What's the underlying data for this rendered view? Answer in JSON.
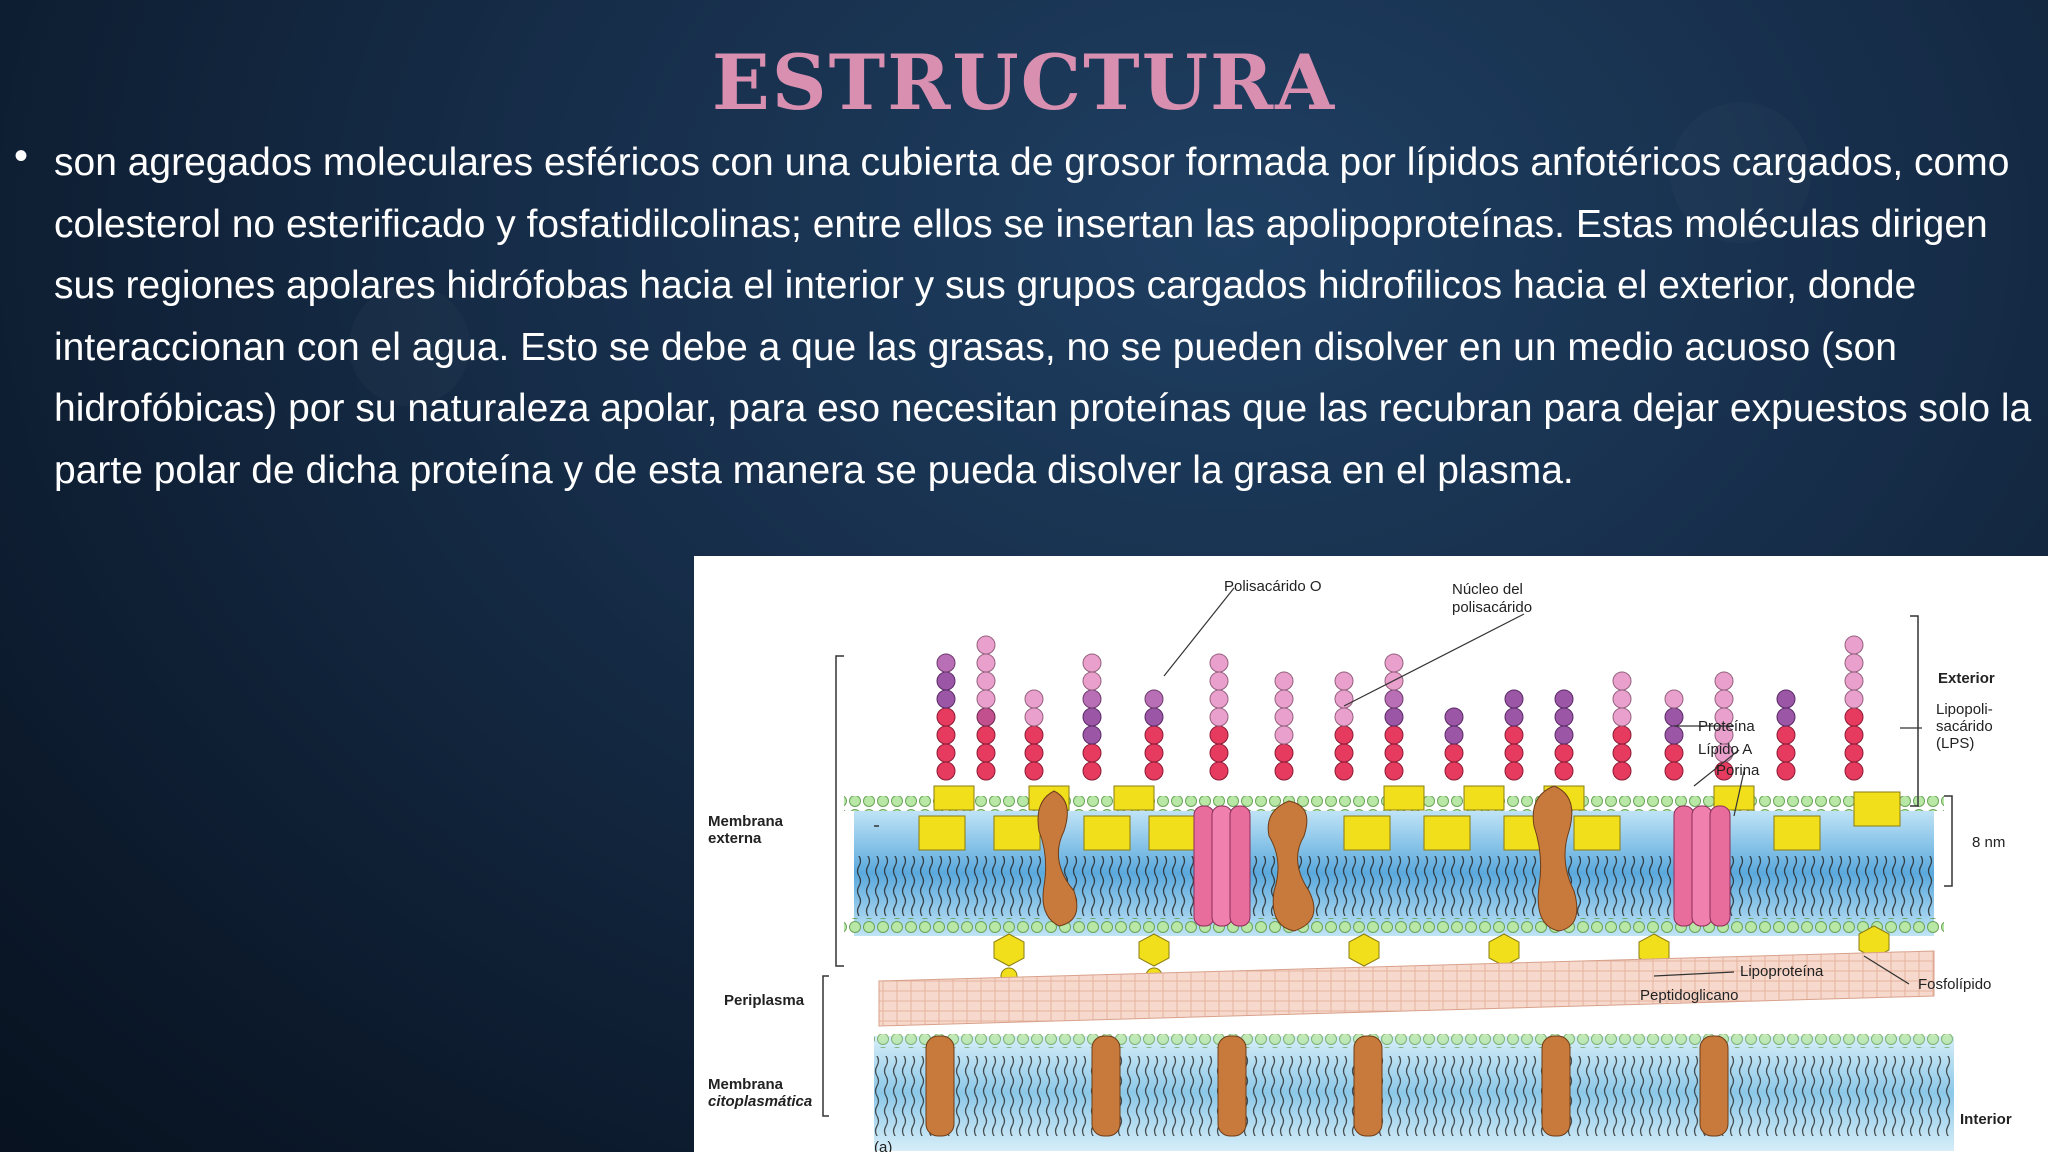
{
  "slide": {
    "title": "ESTRUCTURA",
    "bullet_symbol": "•",
    "body": "son agregados moleculares esféricos con una cubierta de grosor formada por lípidos anfotéricos cargados, como colesterol no esterificado y fosfatidilcolinas; entre ellos se insertan las apolipoproteínas. Estas moléculas dirigen sus regiones apolares hidrófobas hacia el interior y sus grupos cargados hidrofilicos hacia el exterior, donde interaccionan con el agua. Esto se debe a que las grasas, no se pueden disolver en un medio acuoso (son hidrofóbicas) por su naturaleza apolar, para eso necesitan proteínas que las recubran para dejar expuestos solo la parte polar de dicha proteína y de esta manera se pueda disolver la grasa en el plasma."
  },
  "colors": {
    "title": "#d98fb0",
    "text": "#ffffff",
    "background": "#162d49"
  },
  "figure": {
    "labels": {
      "o_polysaccharide": "Polisacárido O",
      "core_line1": "Núcleo del",
      "core_line2": "polisacárido",
      "exterior": "Exterior",
      "lps_line1": "Lipopoli-",
      "lps_line2": "sacárido",
      "lps_line3": "(LPS)",
      "protein": "Proteína",
      "lipid_a": "Lípido A",
      "porin": "Porina",
      "thickness": "8 nm",
      "outer_line1": "Membrana",
      "outer_line2": "externa",
      "periplasm": "Periplasma",
      "lipoprotein": "Lipoproteína",
      "phospholipid": "Fosfolípido",
      "peptidoglycan": "Peptidoglicano",
      "cyto_line1": "Membrana",
      "cyto_line2": "citoplasmática",
      "interior": "Interior",
      "panel": "(a)"
    }
  }
}
